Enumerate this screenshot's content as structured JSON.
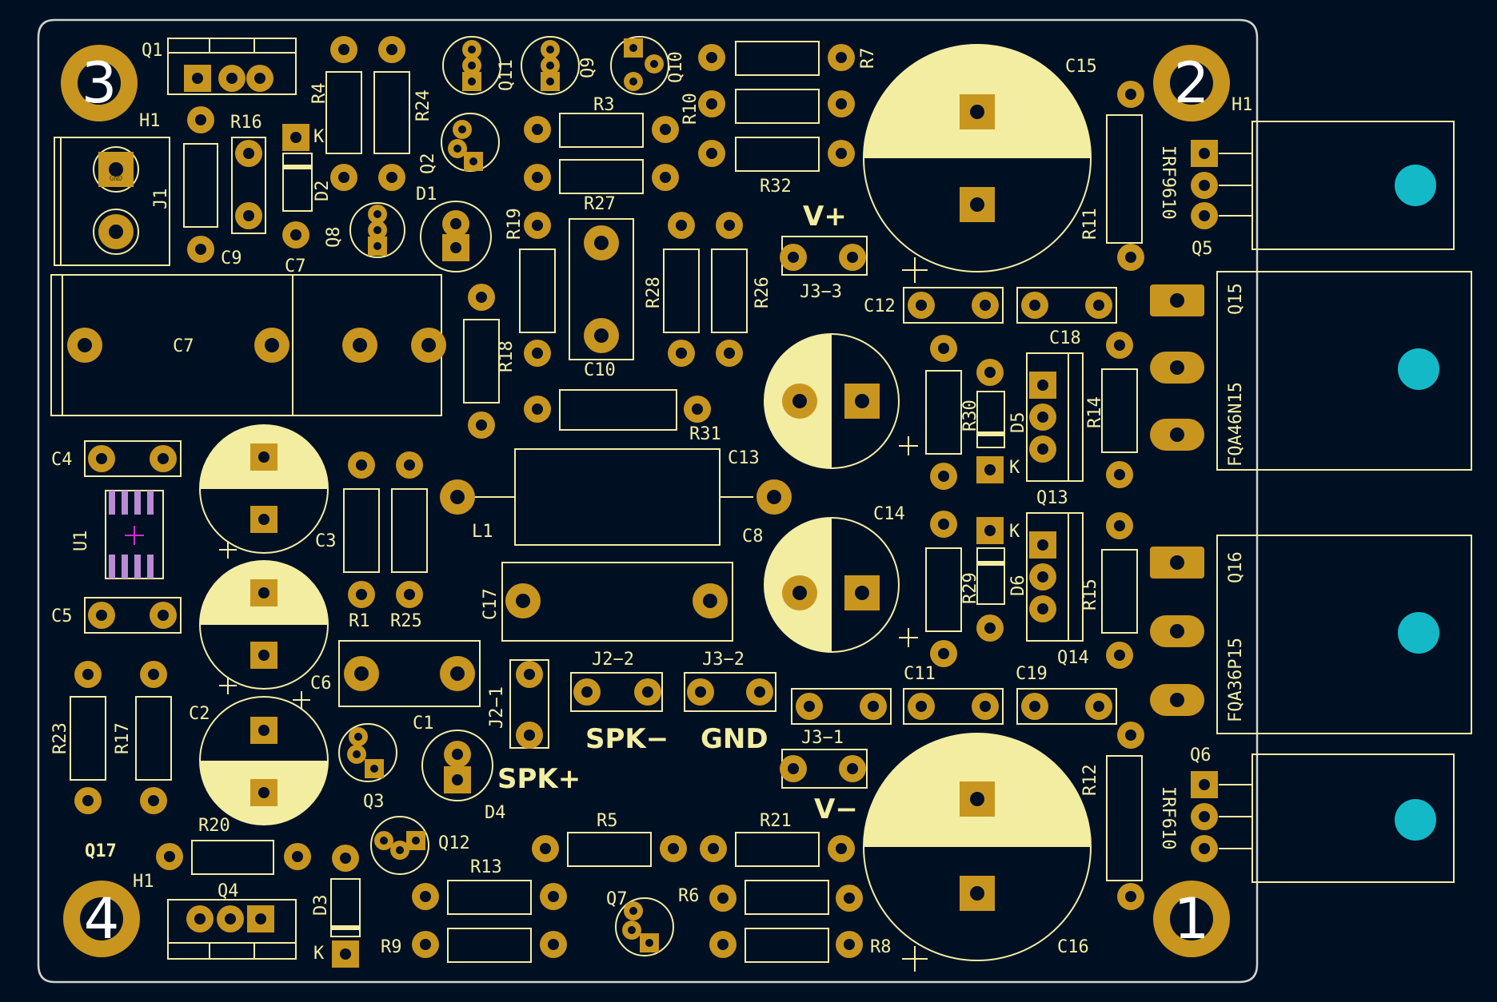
{
  "board": {
    "edge_color": "#d0d2cd",
    "background": "#001023",
    "silk_color": "#f2eda1",
    "copper_color": "#c8961f",
    "thermal_pad_color": "#14b9c8"
  },
  "mounting_holes": [
    {
      "label": "3",
      "ref": "H1"
    },
    {
      "label": "2",
      "ref": "H1"
    },
    {
      "label": "4",
      "ref": "H1"
    },
    {
      "label": "1",
      "ref": ""
    }
  ],
  "power_labels": {
    "v_plus": "V+",
    "v_minus": "V−",
    "spk_plus": "SPK+",
    "spk_minus": "SPK−",
    "gnd": "GND",
    "q17": "Q17"
  },
  "pad_text": {
    "gnd": "GND",
    "k": "K"
  },
  "refs": {
    "Q1": "Q1",
    "Q2": "Q2",
    "Q3": "Q3",
    "Q4": "Q4",
    "Q5": "Q5",
    "Q6": "Q6",
    "Q7": "Q7",
    "Q8": "Q8",
    "Q9": "Q9",
    "Q10": "Q10",
    "Q11": "Q11",
    "Q12": "Q12",
    "Q13": "Q13",
    "Q14": "Q14",
    "Q15": "Q15",
    "Q16": "Q16",
    "R1": "R1",
    "R3": "R3",
    "R4": "R4",
    "R5": "R5",
    "R6": "R6",
    "R7": "R7",
    "R8": "R8",
    "R9": "R9",
    "R10": "R10",
    "R11": "R11",
    "R12": "R12",
    "R13": "R13",
    "R14": "R14",
    "R15": "R15",
    "R16": "R16",
    "R17": "R17",
    "R18": "R18",
    "R19": "R19",
    "R20": "R20",
    "R21": "R21",
    "R23": "R23",
    "R24": "R24",
    "R25": "R25",
    "R26": "R26",
    "R27": "R27",
    "R28": "R28",
    "R29": "R29",
    "R30": "R30",
    "R31": "R31",
    "R32": "R32",
    "C1": "C1",
    "C2": "C2",
    "C3": "C3",
    "C4": "C4",
    "C5": "C5",
    "C6": "C6",
    "C7": "C7",
    "C8": "C8",
    "C9": "C9",
    "C10": "C10",
    "C11": "C11",
    "C12": "C12",
    "C13": "C13",
    "C14": "C14",
    "C15": "C15",
    "C16": "C16",
    "C17": "C17",
    "C18": "C18",
    "C19": "C19",
    "D1": "D1",
    "D2": "D2",
    "D3": "D3",
    "D4": "D4",
    "D5": "D5",
    "D6": "D6",
    "J1": "J1",
    "J2_1": "J2−1",
    "J2_2": "J2−2",
    "J3_1": "J3−1",
    "J3_2": "J3−2",
    "J3_3": "J3−3",
    "L1": "L1",
    "U1": "U1",
    "H1": "H1"
  },
  "parts": {
    "irf9610": "IRF9610",
    "irf610": "IRF610",
    "fqa46n15": "FQA46N15",
    "fqa36p15": "FQA36P15"
  }
}
